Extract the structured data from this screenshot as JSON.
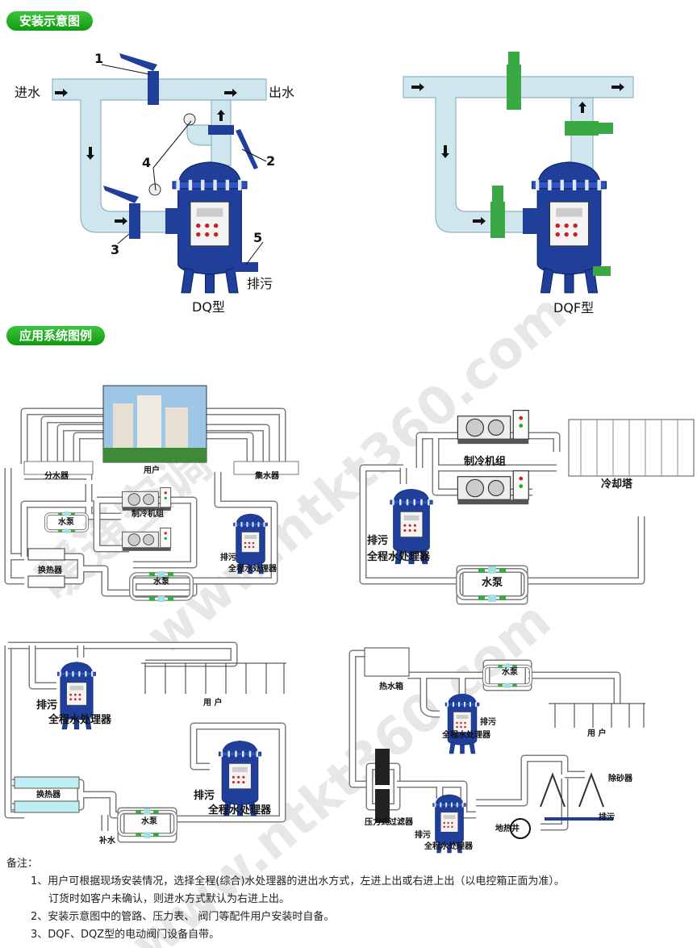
{
  "sections": {
    "install": "安装示意图",
    "application": "应用系统图例"
  },
  "install": {
    "inlet": "进水",
    "outlet": "出水",
    "callouts": [
      "1",
      "2",
      "3",
      "4",
      "5"
    ],
    "drain": "排污",
    "model_dq": "DQ型",
    "model_dqf": "DQF型"
  },
  "diagram_a": {
    "user": "用户",
    "distributor": "分水器",
    "collector": "集水器",
    "pump1": "水泵",
    "chiller": "制冷机组",
    "heat_exchanger": "换热器",
    "pump2": "水泵",
    "drain": "排污",
    "processor": "全程水处理器"
  },
  "diagram_b": {
    "chiller": "制冷机组",
    "cooling_tower": "冷却塔",
    "drain": "排污",
    "processor": "全程水处理器",
    "pump": "水泵"
  },
  "diagram_c": {
    "processor1": "全程水处理器",
    "drain1": "排污",
    "user": "用 户",
    "heat_exchanger": "换热器",
    "pump": "水泵",
    "makeup": "补水",
    "drain2": "排污",
    "processor2": "全程水处理器"
  },
  "diagram_d": {
    "hot_tank": "热水箱",
    "pump": "水泵",
    "processor1": "全程水处理器",
    "drain1": "排污",
    "user": "用 户",
    "pressure_filter": "压力式过滤器",
    "desander": "除砂器",
    "drain2": "排污",
    "geo_well": "地热井",
    "processor2": "全程水处理器",
    "drain3": "排污"
  },
  "notes": {
    "title": "备注：",
    "items": [
      "1、用户可根据现场安装情况，选择全程(综合)水处理器的进出水方式，左进上出或右进上出（以电控箱正面为准）。",
      "订货时如客户未确认，则进水方式默认为右进上出。",
      "2、安装示意图中的管路、压力表、 阀门等配件用户安装时自备。",
      "3、DQF、DQZ型的电动阀门设备自带。"
    ]
  },
  "watermark": [
    "暖通空调",
    "www.ntkt360.com"
  ],
  "colors": {
    "tag_green": "#1aa51a",
    "tank_blue": "#1f3f9a",
    "valve_green": "#3aa845",
    "pipe": "#cfe6ee"
  }
}
